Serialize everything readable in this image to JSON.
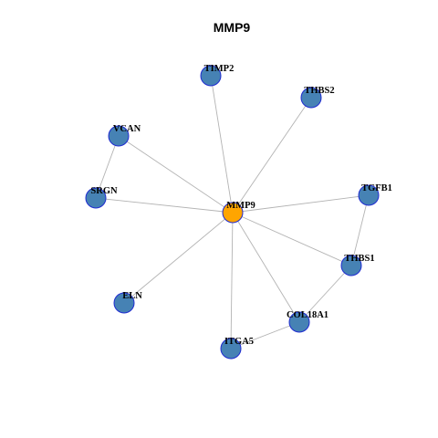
{
  "title": "MMP9",
  "colors": {
    "hub_fill": "#FFA500",
    "node_fill": "#4682B4",
    "node_border": "#1F2BD1",
    "edge": "#B3B3B3"
  },
  "nodes": [
    {
      "id": "MMP9",
      "label": "MMP9",
      "hub": true
    },
    {
      "id": "TIMP2",
      "label": "TIMP2"
    },
    {
      "id": "THBS2",
      "label": "THBS2"
    },
    {
      "id": "VCAN",
      "label": "VCAN"
    },
    {
      "id": "TGFB1",
      "label": "TGFB1"
    },
    {
      "id": "SRGN",
      "label": "SRGN"
    },
    {
      "id": "THBS1",
      "label": "THBS1"
    },
    {
      "id": "ELN",
      "label": "ELN"
    },
    {
      "id": "COL18A1",
      "label": "COL18A1"
    },
    {
      "id": "ITGA5",
      "label": "ITGA5"
    }
  ],
  "edges": [
    [
      "MMP9",
      "TIMP2"
    ],
    [
      "MMP9",
      "THBS2"
    ],
    [
      "MMP9",
      "VCAN"
    ],
    [
      "MMP9",
      "SRGN"
    ],
    [
      "MMP9",
      "TGFB1"
    ],
    [
      "MMP9",
      "THBS1"
    ],
    [
      "MMP9",
      "ELN"
    ],
    [
      "MMP9",
      "COL18A1"
    ],
    [
      "MMP9",
      "ITGA5"
    ],
    [
      "VCAN",
      "SRGN"
    ],
    [
      "TGFB1",
      "THBS1"
    ],
    [
      "THBS1",
      "COL18A1"
    ],
    [
      "COL18A1",
      "ITGA5"
    ]
  ]
}
